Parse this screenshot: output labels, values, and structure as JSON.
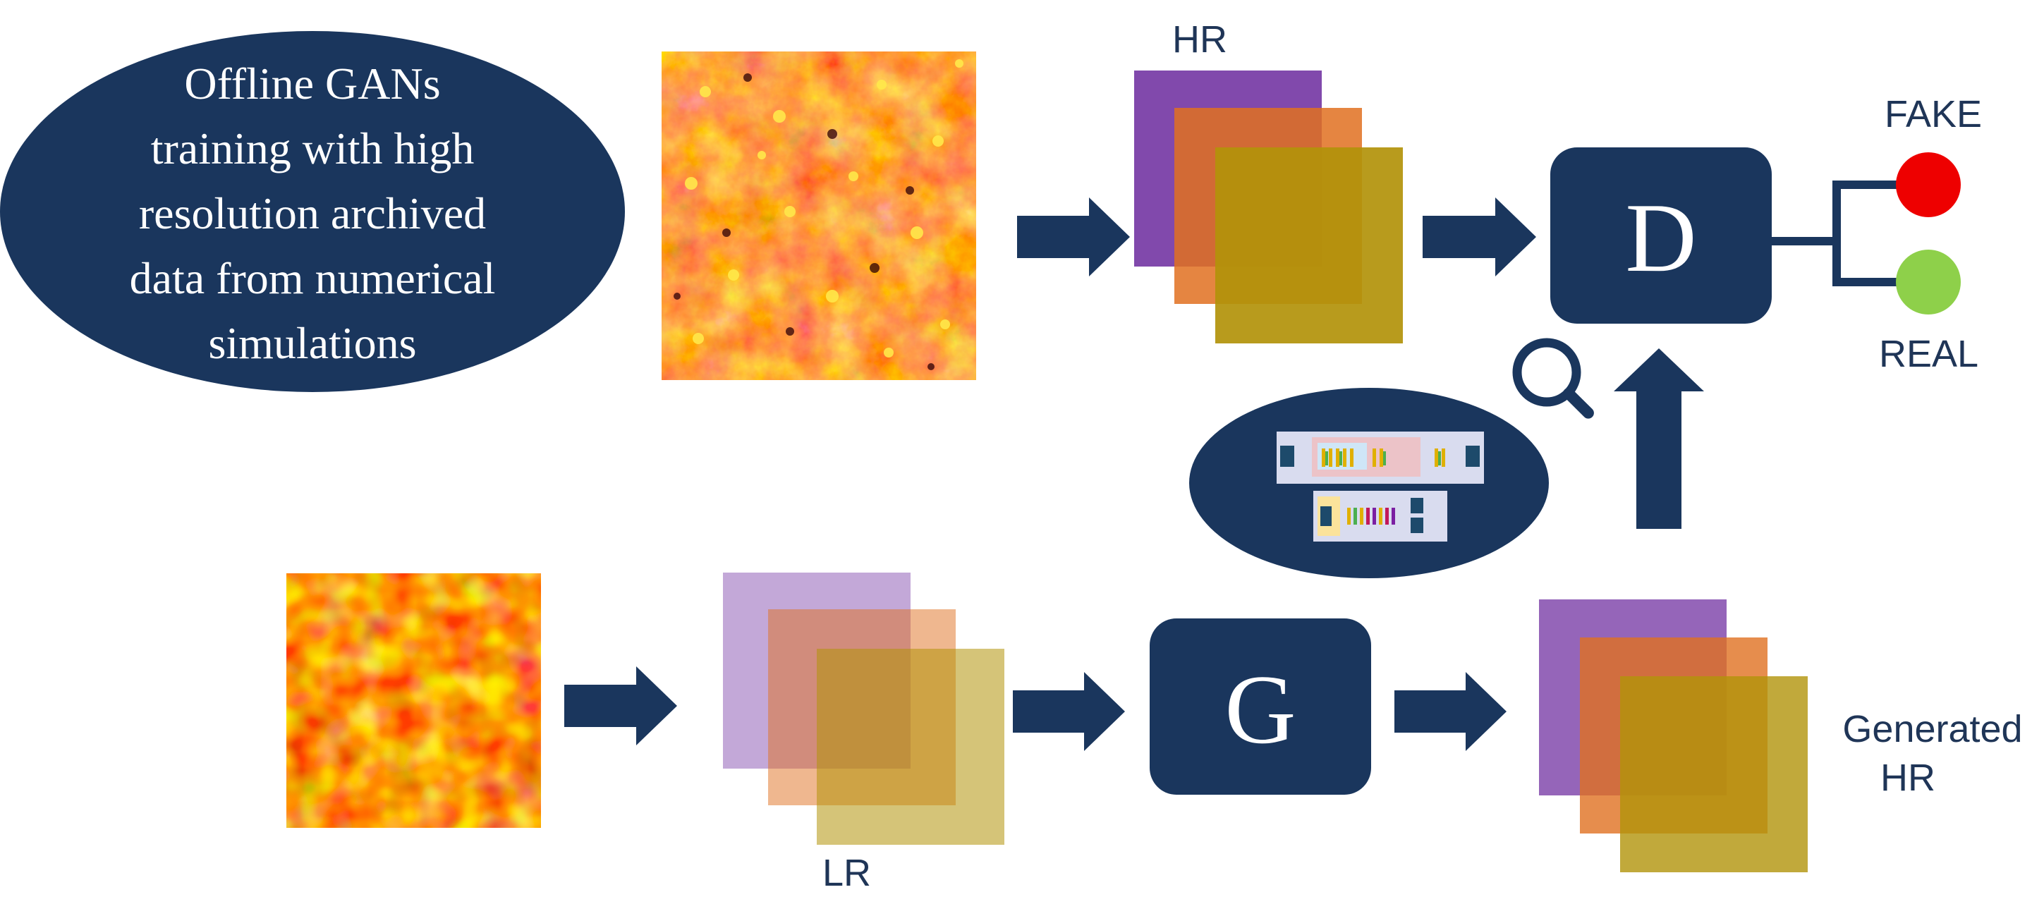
{
  "title_bubble": {
    "lines": [
      "Offline GANs",
      "training with high",
      "resolution archived",
      "data from numerical",
      "simulations"
    ]
  },
  "labels": {
    "hr": "HR",
    "lr": "LR",
    "generated_hr_line1": "Generated",
    "generated_hr_line2": "HR",
    "fake": "FAKE",
    "real": "REAL"
  },
  "blocks": {
    "discriminator": "D",
    "generator": "G"
  },
  "colors": {
    "navy": "#1a365d",
    "purple": "#7a3fa8",
    "orange": "#e07020",
    "olive": "#b2930a",
    "fake_dot": "#ee0000",
    "real_dot": "#8ed04a"
  },
  "icons": {
    "inspect": "magnifier-icon"
  }
}
